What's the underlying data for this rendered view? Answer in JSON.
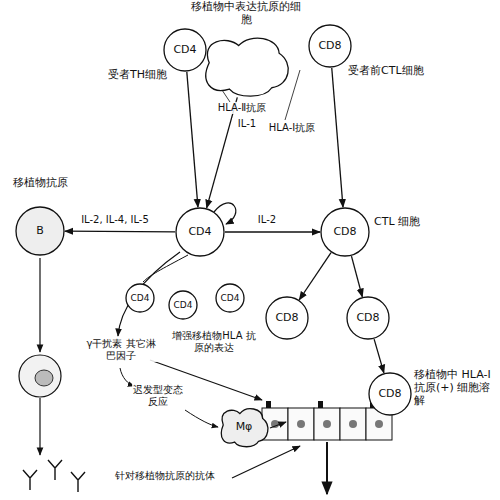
{
  "diagram": {
    "nodes": [
      {
        "text": [
          "移植物中表达抗原的细胞"
        ]
      },
      {
        "text": [
          "CD4",
          "受者TH细胞"
        ]
      },
      {
        "text": [
          "CD8",
          "受者前CTL细胞"
        ]
      },
      {
        "text": [
          "B",
          "移植物抗原"
        ]
      },
      {
        "text": [
          "CD4"
        ]
      },
      {
        "text": [
          "CD8",
          "CTL 细胞"
        ]
      },
      {
        "text": [
          "CD4"
        ]
      },
      {
        "text": [
          "CD4"
        ]
      },
      {
        "text": [
          "CD4"
        ]
      },
      {
        "text": [
          "CD8"
        ]
      },
      {
        "text": [
          "CD8"
        ]
      },
      {
        "text": [
          "Mφ"
        ]
      },
      {
        "text": [
          "CD8",
          "移植物中 HLA-Ⅰ抗原(+) 细胞溶解"
        ]
      }
    ],
    "edges": [
      {
        "from": 0,
        "to": 4,
        "arrow": "to",
        "label": "IL-1"
      },
      {
        "from": 1,
        "to": 4,
        "arrow": "to"
      },
      {
        "from": 2,
        "to": 5,
        "arrow": "to"
      },
      {
        "from": 4,
        "to": 3,
        "arrow": "to",
        "label": "IL-2, IL-4, IL-5"
      },
      {
        "from": 4,
        "to": 5,
        "arrow": "to",
        "label": "IL-2"
      },
      {
        "from": 5,
        "to": 9,
        "arrow": "to"
      },
      {
        "from": 5,
        "to": 10,
        "arrow": "to"
      },
      {
        "from": 10,
        "to": 12,
        "arrow": "to"
      }
    ],
    "labels": [
      "HLA-Ⅱ抗原",
      "HLA-Ⅰ抗原",
      "γ干扰素 其它淋巴因子",
      "增强移植物HLA 抗原的表达",
      "迟发型变态反应",
      "针对移植物抗原的抗体"
    ]
  }
}
